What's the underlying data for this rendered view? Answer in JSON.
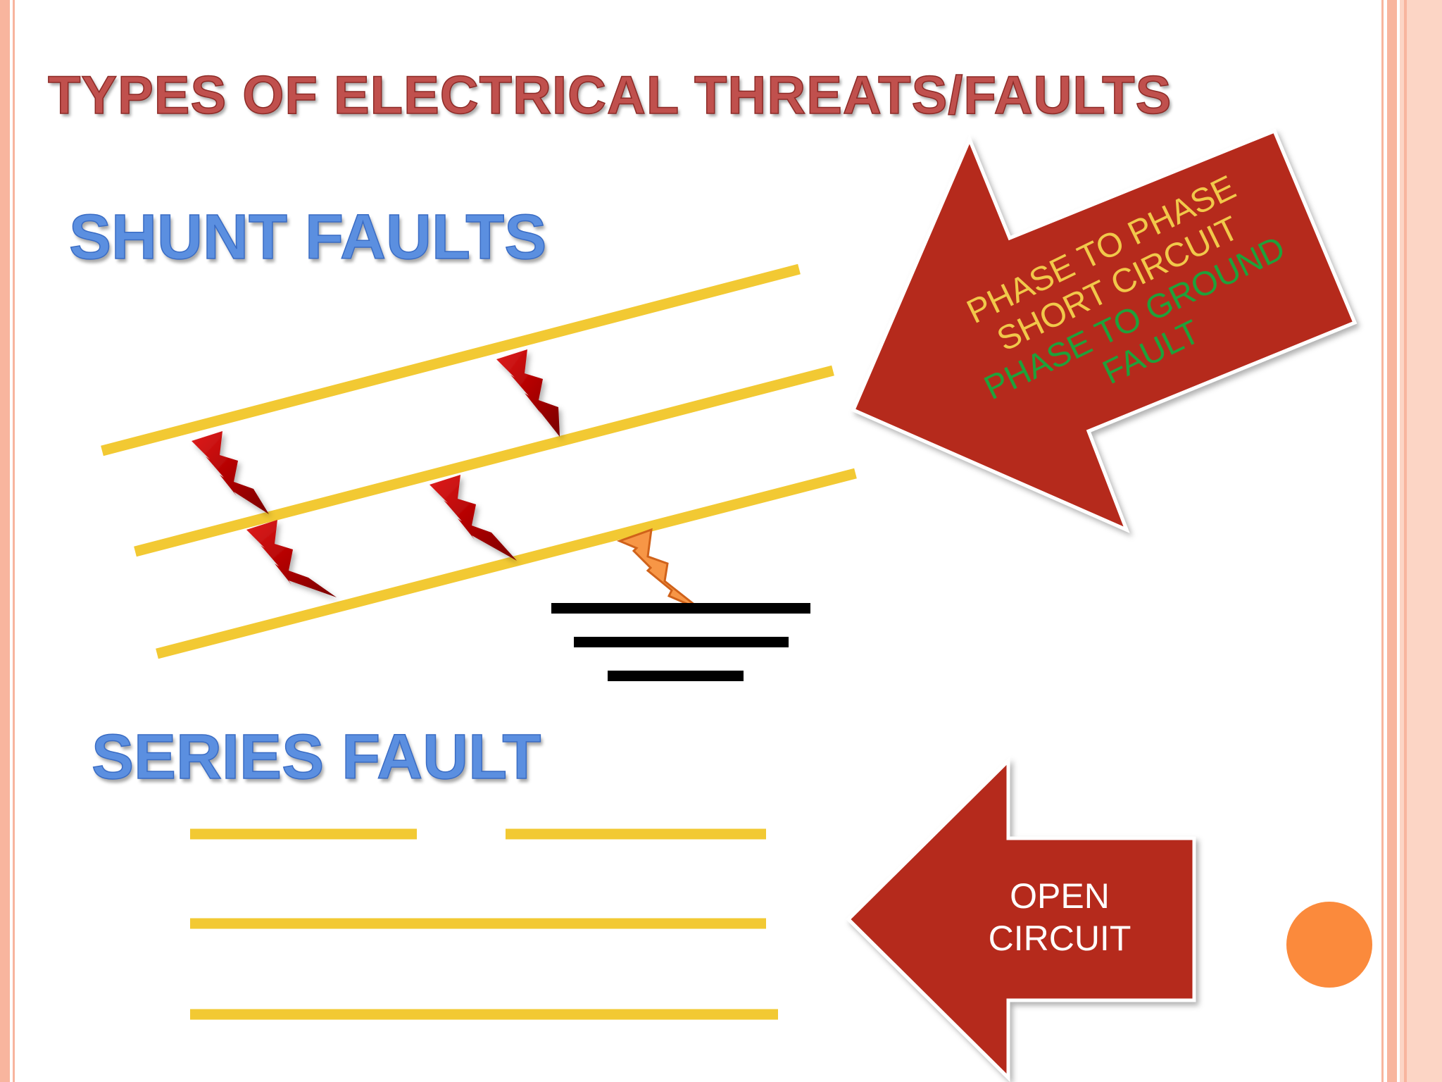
{
  "slide": {
    "title": "TYPES OF ELECTRICAL THREATS/FAULTS",
    "shunt_heading": "SHUNT FAULTS",
    "series_heading": "SERIES FAULT",
    "phase_callout": {
      "line1": "PHASE TO PHASE",
      "line2": "SHORT CIRCUIT",
      "line3": "PHASE TO GROUND",
      "line4": "FAULT"
    },
    "open_callout": {
      "line1": "OPEN",
      "line2": "CIRCUIT"
    }
  },
  "colors": {
    "title": "#c0504d",
    "heading": "#5b8fe0",
    "conductor": "#f2c933",
    "arrow": "#b5291b",
    "lightning": "#c00000",
    "ground_spark": "#f79646",
    "ground": "#000000",
    "border": "#f8b59e",
    "bullet": "#fb8a3c",
    "callout_yellow": "#f1c84a",
    "callout_green": "#1fa13a"
  },
  "icons": [
    "lightning-bolt-icon",
    "ground-symbol-icon",
    "arrow-left-icon"
  ]
}
